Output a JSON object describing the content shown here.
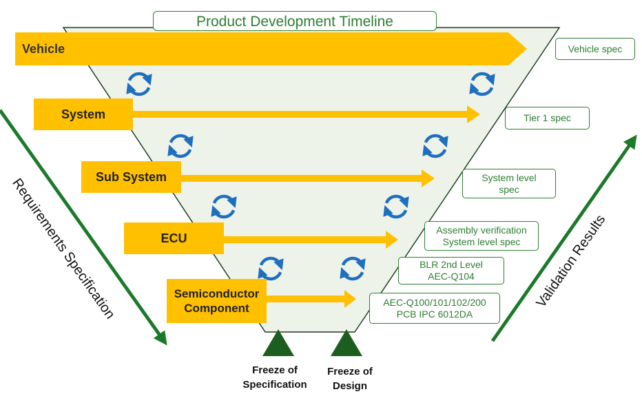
{
  "title": "Product Development Timeline",
  "levels": [
    {
      "label": "Vehicle"
    },
    {
      "label": "System"
    },
    {
      "label": "Sub System"
    },
    {
      "label": "ECU"
    },
    {
      "label": "Semiconductor\nComponent"
    }
  ],
  "specs": [
    "Vehicle spec",
    "Tier 1 spec",
    "System level\nspec",
    "Assembly verification\nSystem level spec",
    "BLR 2nd Level\nAEC-Q104",
    "AEC-Q100/101/102/200\nPCB IPC 6012DA"
  ],
  "left_axis_label": "Requirements Specification",
  "right_axis_label": "Validation Results",
  "milestones": [
    {
      "label": "Freeze of\nSpecification"
    },
    {
      "label": "Freeze of\nDesign"
    }
  ],
  "icons": {
    "cycle": "cycle-arrows-icon",
    "milestone": "triangle-milestone-icon"
  },
  "colors": {
    "green": "#2e7d32",
    "dark_green": "#1b5e20",
    "amber": "#ffc000",
    "funnel_fill": "#eef3ea",
    "cycle_blue": "#1f6fbf"
  }
}
